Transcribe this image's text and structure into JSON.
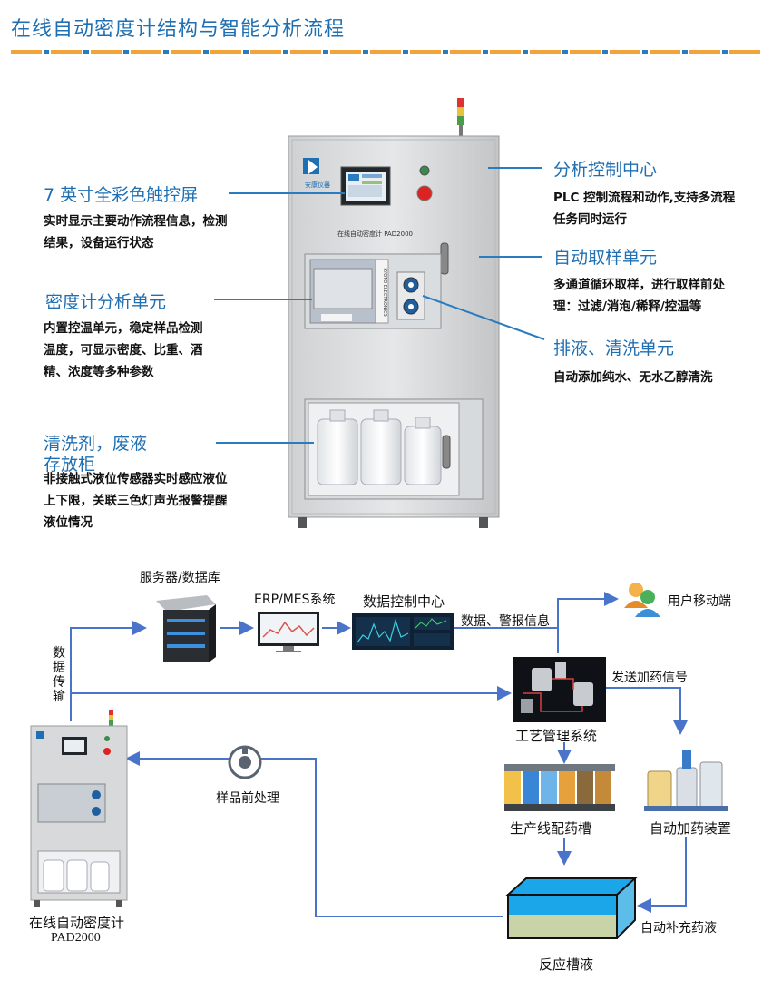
{
  "header": {
    "title": "在线自动密度计结构与智能分析流程"
  },
  "colors": {
    "accent": "#1f6fb2",
    "rule_orange": "#f2a33a",
    "rule_blue": "#2a7bc0",
    "flow_line": "#4a74c9"
  },
  "cabinet": {
    "brand": "安康仪器",
    "model_label": "在线自动密度计 PAD2000",
    "vertical_label": "KYOTO ELECTRONICS"
  },
  "callouts": {
    "screen": {
      "title": "7 英寸全彩色触控屏",
      "desc": "实时显示主要动作流程信息，检测结果，设备运行状态"
    },
    "analysis_unit": {
      "title": "密度计分析单元",
      "desc": "内置控温单元，稳定样品检测温度，可显示密度、比重、酒精、浓度等多种参数"
    },
    "waste_cabinet": {
      "title_line1": "清洗剂，废液",
      "title_line2": "存放柜",
      "desc": "非接触式液位传感器实时感应液位上下限，关联三色灯声光报警提醒液位情况"
    },
    "control_center": {
      "title": "分析控制中心",
      "desc": "PLC 控制流程和动作,支持多流程任务同时运行"
    },
    "sampling_unit": {
      "title": "自动取样单元",
      "desc": "多通道循环取样，进行取样前处理：过滤/消泡/稀释/控温等"
    },
    "drain_unit": {
      "title": "排液、清洗单元",
      "desc": "自动添加纯水、无水乙醇清洗"
    }
  },
  "flow": {
    "server": "服务器/数据库",
    "erp": "ERP/MES系统",
    "data_center": "数据控制中心",
    "data_alarm": "数据、警报信息",
    "mobile": "用户移动端",
    "data_transfer": "数据传输",
    "send_signal": "发送加药信号",
    "process_mgmt": "工艺管理系统",
    "pretreatment": "样品前处理",
    "production_tank": "生产线配药槽",
    "auto_dosing": "自动加药装置",
    "auto_replenish": "自动补充药液",
    "reaction_tank": "反应槽液",
    "device_name_1": "在线自动密度计",
    "device_name_2": "PAD2000"
  }
}
